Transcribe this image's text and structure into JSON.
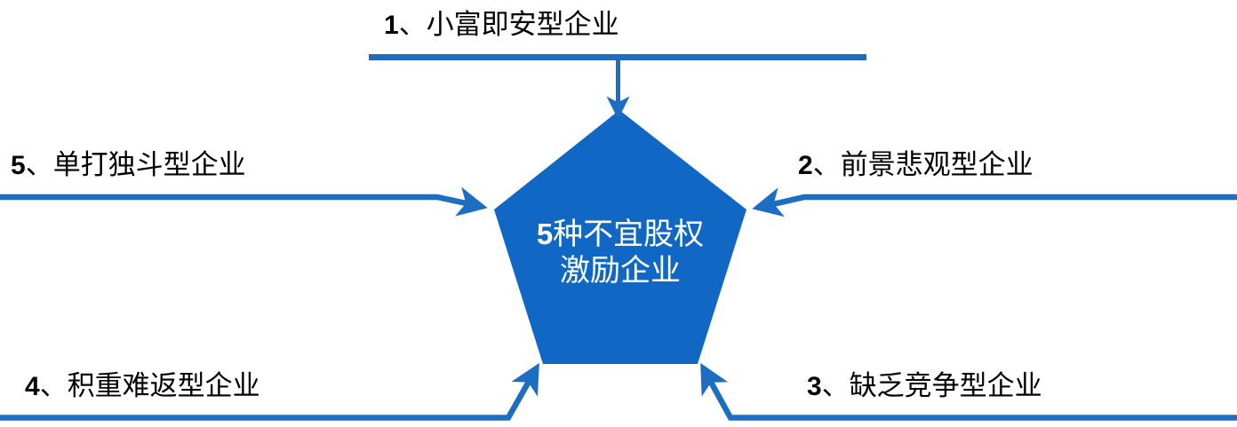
{
  "diagram": {
    "center": {
      "line1_prefix": "5",
      "line1_rest": "种不宜股权",
      "line2": "激励企业",
      "shape": "pentagon",
      "fill_color": "#1068c4",
      "text_color": "#ffffff"
    },
    "connector_color": "#1b6ec2",
    "nodes": [
      {
        "index": "1",
        "separator": "、",
        "text": "小富即安型企业",
        "position": "top"
      },
      {
        "index": "2",
        "separator": "、",
        "text": "前景悲观型企业",
        "position": "right"
      },
      {
        "index": "3",
        "separator": "、",
        "text": "缺乏竞争型企业",
        "position": "bottom-right"
      },
      {
        "index": "4",
        "separator": "、",
        "text": "积重难返型企业",
        "position": "bottom-left"
      },
      {
        "index": "5",
        "separator": "、",
        "text": "单打独斗型企业",
        "position": "left"
      }
    ]
  }
}
